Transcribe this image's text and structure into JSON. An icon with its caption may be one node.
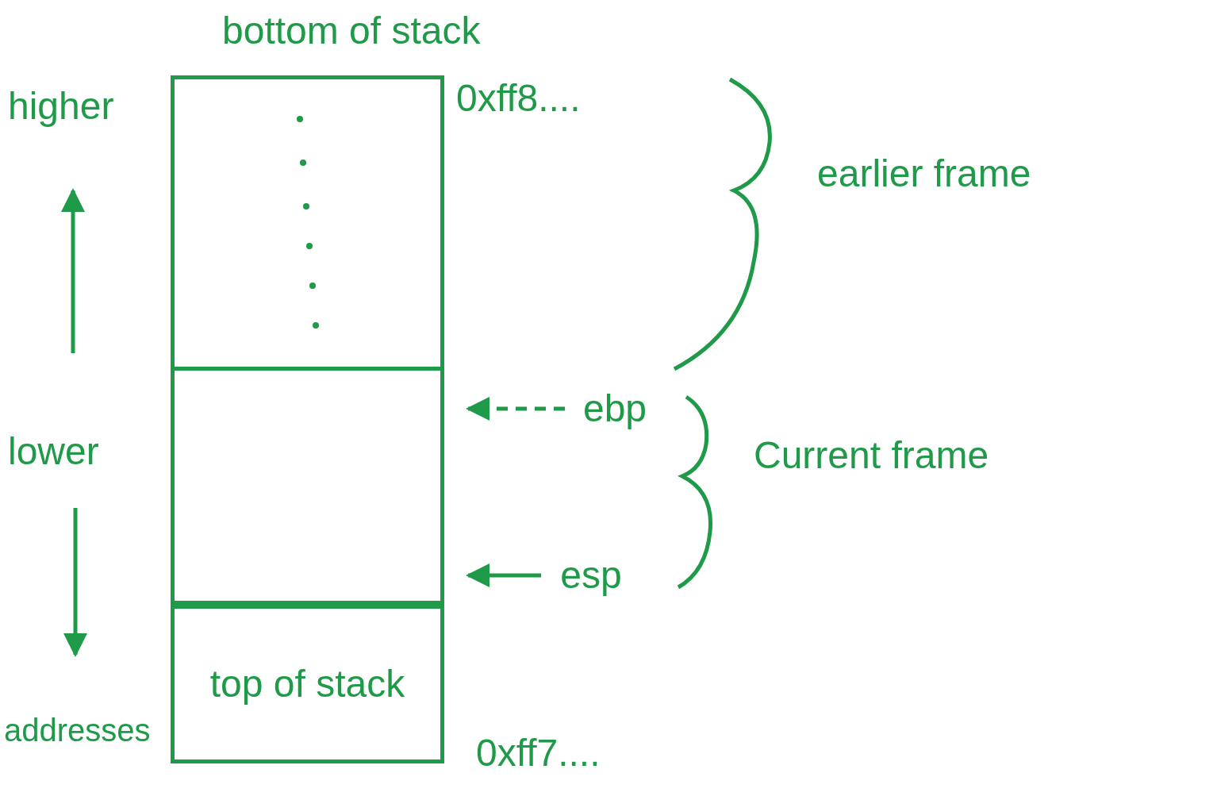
{
  "diagram": {
    "nodes": [
      {
        "text": [],
        "shape": "box"
      },
      {
        "text": [],
        "shape": "box"
      },
      {
        "text": [
          "top of stack"
        ]
      },
      {
        "text": [
          "ebp"
        ]
      },
      {
        "text": [
          "esp"
        ]
      }
    ],
    "edges": [
      {
        "from": 3,
        "to": 1,
        "arrow": "to",
        "style": "dashed"
      },
      {
        "from": 4,
        "to": 1,
        "arrow": "to"
      }
    ],
    "labels": [
      "bottom of stack",
      "higher",
      "0xff8....",
      "earlier frame",
      "lower",
      "Current frame",
      "addresses",
      "0xff7...."
    ]
  }
}
